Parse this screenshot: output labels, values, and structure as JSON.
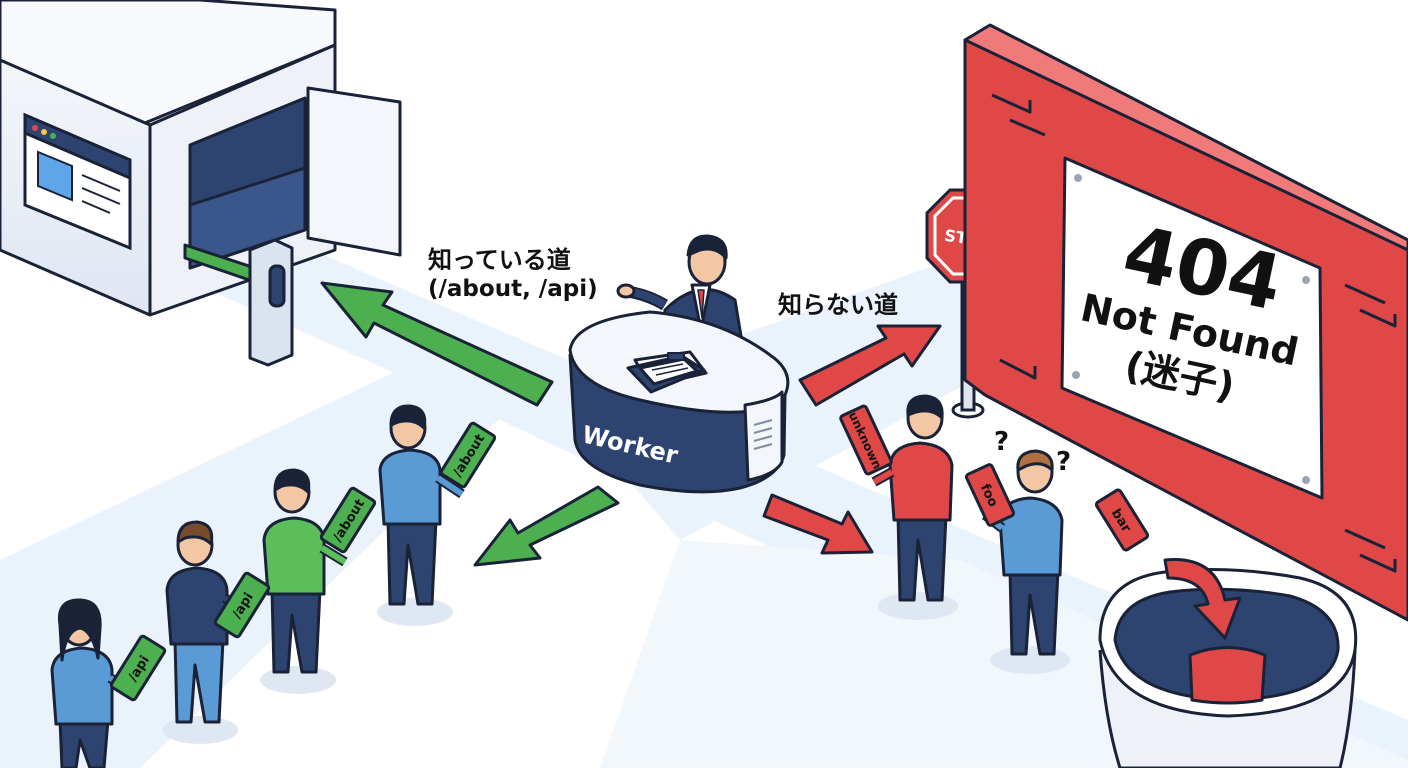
{
  "labels": {
    "known_title": "知っている道",
    "known_paths": "(/about, /api)",
    "unknown": "知らない道"
  },
  "desk": {
    "label": "Worker"
  },
  "stop_sign": {
    "label": "STOP"
  },
  "wall_sign": {
    "code": "404",
    "text": "Not Found",
    "sub": "(迷子)"
  },
  "tickets": {
    "known": [
      "/about",
      "/about",
      "/api",
      "/api"
    ],
    "unknown": [
      "unknown",
      "foo",
      "bar"
    ]
  },
  "question_marks": [
    "?",
    "?"
  ],
  "colors": {
    "green": "#4CAF50",
    "red": "#E04848",
    "navy": "#2E4470",
    "path": "#EAF2FB"
  }
}
